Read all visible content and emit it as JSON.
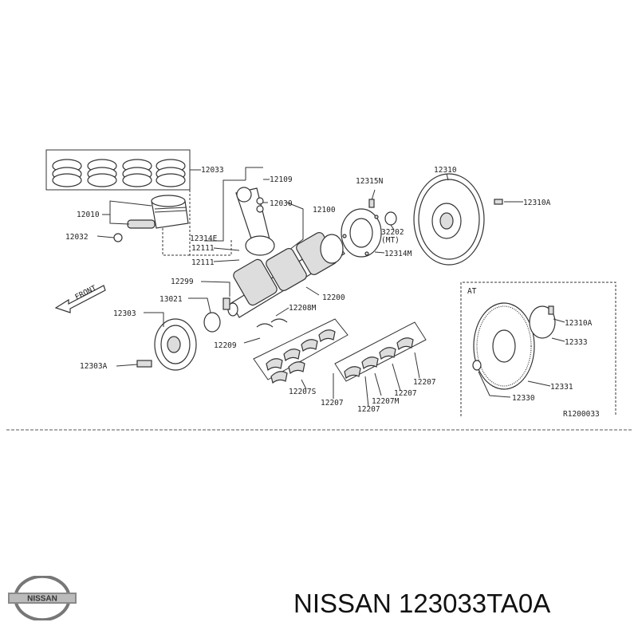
{
  "diagram": {
    "part_labels": [
      "12033",
      "12109",
      "12315N",
      "12310",
      "12010",
      "12030",
      "12100",
      "12310A",
      "12032",
      "12314E",
      "32202",
      "(MT)",
      "12111",
      "12111",
      "12314M",
      "12299",
      "12200",
      "13021",
      "12303",
      "12208M",
      "12209",
      "12303A",
      "12207S",
      "12207",
      "12207",
      "12207M",
      "12207",
      "12207",
      "AT",
      "12310A",
      "12333",
      "12331",
      "12330",
      "R1200033"
    ],
    "front_label": "FRONT"
  },
  "footer": {
    "logo_text": "NISSAN",
    "title": "NISSAN 123033TA0A"
  }
}
